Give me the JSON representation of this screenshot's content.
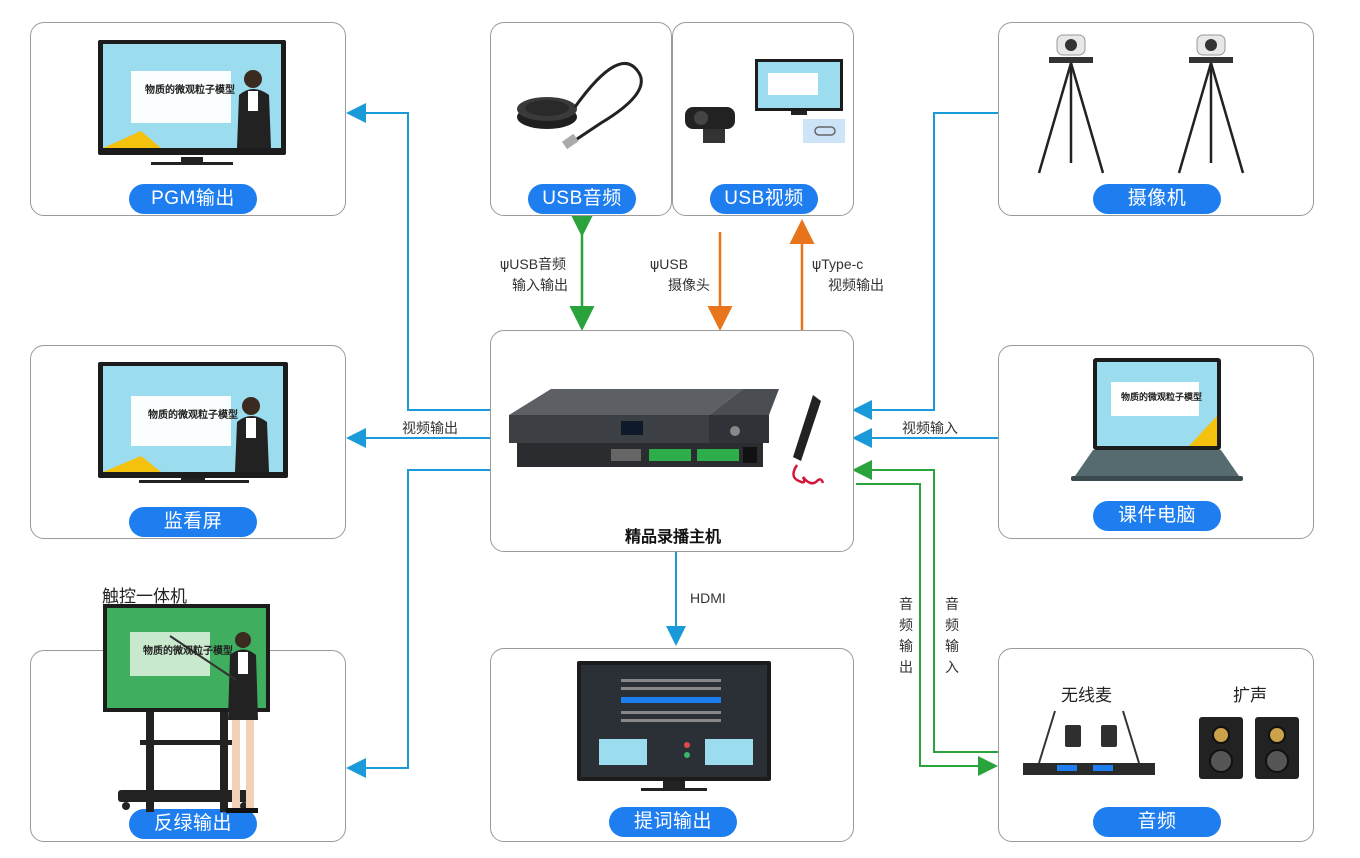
{
  "nodes": {
    "pgm": {
      "label": "PGM输出"
    },
    "monitor": {
      "label": "监看屏"
    },
    "greenscreen": {
      "label": "反绿输出",
      "title": "触控一体机"
    },
    "usb_audio": {
      "label": "USB音频"
    },
    "usb_video": {
      "label": "USB视频"
    },
    "camera": {
      "label": "摄像机"
    },
    "laptop": {
      "label": "课件电脑"
    },
    "host": {
      "label": "精品录播主机"
    },
    "prompter": {
      "label": "提词输出"
    },
    "audio": {
      "label": "音频",
      "mic_label": "无线麦",
      "speaker_label": "扩声"
    }
  },
  "screen_text": {
    "title": "物质的微观粒子模型"
  },
  "links": {
    "usb_audio_io": {
      "line1": "USB音频",
      "line2": "输入输出",
      "color": "#2aa33c"
    },
    "usb_camera": {
      "line1": "USB",
      "line2": "摄像头",
      "color": "#e8741c"
    },
    "typec_out": {
      "line1": "Type-c",
      "line2": "视频输出",
      "color": "#e8741c"
    },
    "video_out": {
      "label": "视频输出",
      "color": "#1a9ad8"
    },
    "video_in": {
      "label": "视频输入",
      "color": "#1a9ad8"
    },
    "hdmi": {
      "label": "HDMI",
      "color": "#1a9ad8"
    },
    "audio_out": {
      "label": "音频输出",
      "color": "#2aa33c"
    },
    "audio_in": {
      "label": "音频输入",
      "color": "#2aa33c"
    }
  },
  "icons": {
    "usb_symbol": "⚲"
  }
}
